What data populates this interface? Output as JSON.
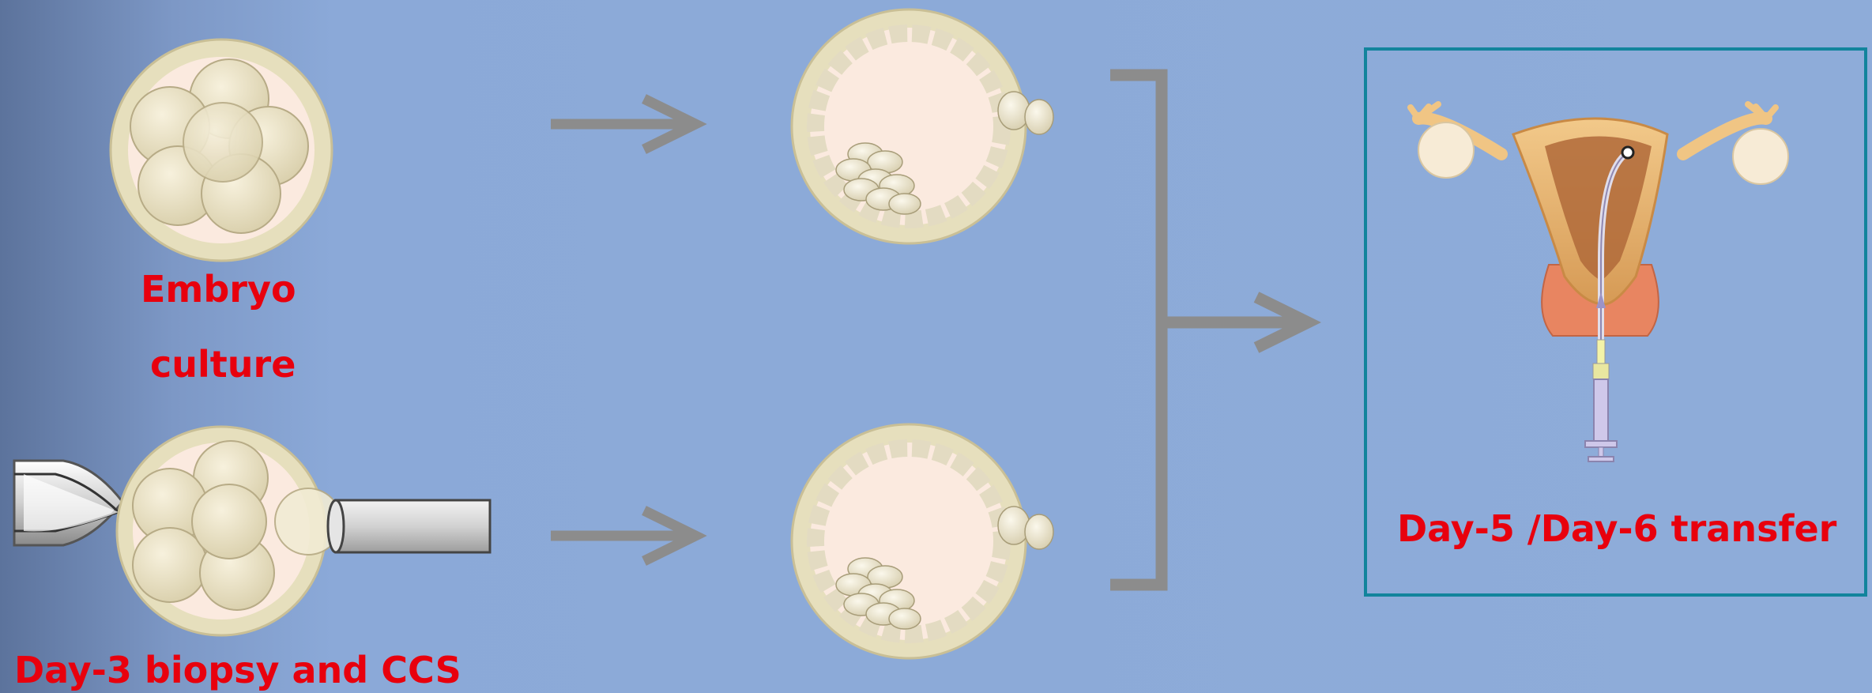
{
  "labels": {
    "embryo_culture_line1": "Embryo",
    "embryo_culture_line2": "culture",
    "biopsy": "Day-3 biopsy and CCS",
    "transfer": "Day-5 /Day-6 transfer"
  },
  "colors": {
    "label_text": "#e8000d",
    "arrow": "#8c8c8c",
    "box_border": "#12849c",
    "zona": "#e6dfbd",
    "cell": "#ece3c8",
    "cytoplasm": "#fbeadf"
  },
  "icons": {
    "embryo_top": "eight-cell-embryo-icon",
    "embryo_bottom": "biopsy-embryo-icon",
    "blastocyst_top": "blastocyst-icon",
    "blastocyst_bottom": "blastocyst-icon",
    "uterus": "uterus-catheter-icon",
    "holding_pipette": "holding-pipette-icon",
    "biopsy_needle": "biopsy-needle-icon"
  }
}
